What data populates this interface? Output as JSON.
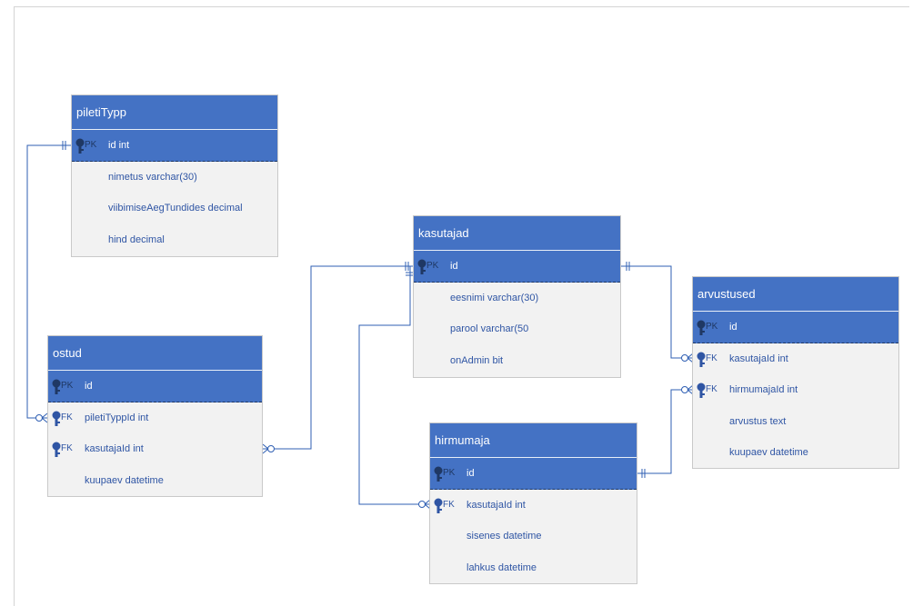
{
  "colors": {
    "header": "#4472c4",
    "body": "#f2f2f2",
    "field_text": "#2f55a4",
    "connector": "#2f5fb3",
    "key_icon": "#1f3864"
  },
  "entities": {
    "piletiTypp": {
      "title": "piletiTypp",
      "pk": {
        "tag": "PK",
        "text": "id int"
      },
      "fields": [
        {
          "tag": "",
          "text": "nimetus varchar(30)"
        },
        {
          "tag": "",
          "text": "viibimiseAegTundides decimal"
        },
        {
          "tag": "",
          "text": "hind decimal"
        }
      ]
    },
    "kasutajad": {
      "title": "kasutajad",
      "pk": {
        "tag": "PK",
        "text": "id"
      },
      "fields": [
        {
          "tag": "",
          "text": "eesnimi varchar(30)"
        },
        {
          "tag": "",
          "text": "parool varchar(50"
        },
        {
          "tag": "",
          "text": "onAdmin bit"
        }
      ]
    },
    "arvustused": {
      "title": "arvustused",
      "pk": {
        "tag": "PK",
        "text": "id"
      },
      "fields": [
        {
          "tag": "FK",
          "text": "kasutajaId int"
        },
        {
          "tag": "FK",
          "text": "hirmumajaId int"
        },
        {
          "tag": "",
          "text": "arvustus text"
        },
        {
          "tag": "",
          "text": "kuupaev datetime"
        }
      ]
    },
    "ostud": {
      "title": "ostud",
      "pk": {
        "tag": "PK",
        "text": "id"
      },
      "fields": [
        {
          "tag": "FK",
          "text": "piletiTyppId int"
        },
        {
          "tag": "FK",
          "text": "kasutajaId int"
        },
        {
          "tag": "",
          "text": "kuupaev datetime"
        }
      ]
    },
    "hirmumaja": {
      "title": "hirmumaja",
      "pk": {
        "tag": "PK",
        "text": "id"
      },
      "fields": [
        {
          "tag": "FK",
          "text": "kasutajaId int"
        },
        {
          "tag": "",
          "text": "sisenes datetime"
        },
        {
          "tag": "",
          "text": "lahkus datetime"
        }
      ]
    }
  }
}
